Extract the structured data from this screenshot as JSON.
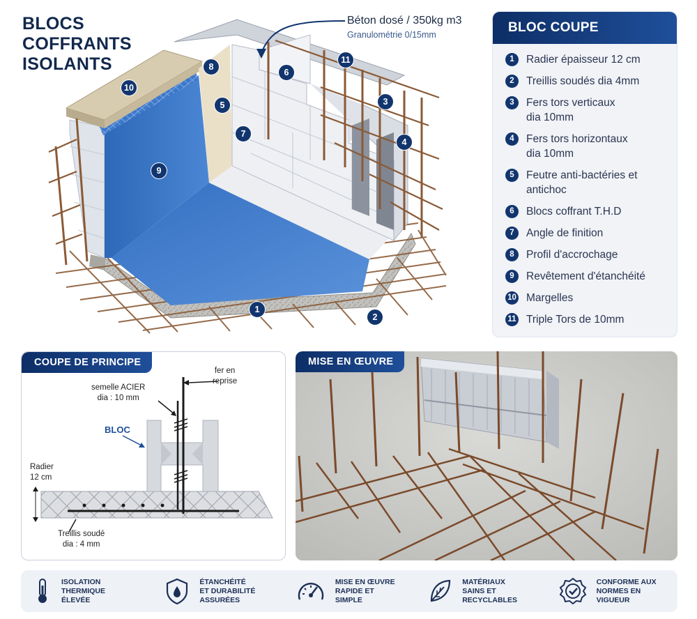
{
  "title": {
    "line1": "BLOCS",
    "line2": "COFFRANTS",
    "line3": "ISOLANTS"
  },
  "beton_note": {
    "line1": "Béton dosé / 350kg m3",
    "line2": "Granulométrie 0/15mm"
  },
  "markers": [
    "1",
    "2",
    "3",
    "4",
    "5",
    "6",
    "7",
    "8",
    "9",
    "10",
    "11"
  ],
  "legend": {
    "title": "BLOC COUPE",
    "items": [
      {
        "n": "1",
        "text": "Radier épaisseur 12 cm"
      },
      {
        "n": "2",
        "text": "Treillis soudés dia 4mm"
      },
      {
        "n": "3",
        "text": "Fers tors verticaux dia 10mm"
      },
      {
        "n": "4",
        "text": "Fers tors horizontaux dia 10mm"
      },
      {
        "n": "5",
        "text": "Feutre anti-bactéries et antichoc"
      },
      {
        "n": "6",
        "text": "Blocs coffrant T.H.D"
      },
      {
        "n": "7",
        "text": "Angle de finition"
      },
      {
        "n": "8",
        "text": "Profil d'accrochage"
      },
      {
        "n": "9",
        "text": "Revêtement d'étanchéité"
      },
      {
        "n": "10",
        "text": "Margelles"
      },
      {
        "n": "11",
        "text": "Triple Tors de 10mm"
      }
    ]
  },
  "coupe": {
    "title": "COUPE DE PRINCIPE",
    "fer": "fer en\nreprise",
    "semelle": "semelle ACIER\ndia : 10 mm",
    "bloc": "BLOC",
    "radier": "Radier\n12 cm",
    "treillis": "Treillis soudé\ndia : 4 mm"
  },
  "mise": {
    "title": "MISE EN ŒUVRE"
  },
  "features": [
    {
      "icon": "thermometer-icon",
      "text": "ISOLATION\nTHERMIQUE\nÉLEVÉE"
    },
    {
      "icon": "shield-drop-icon",
      "text": "ÉTANCHÉITÉ\nET DURABILITÉ\nASSURÉES"
    },
    {
      "icon": "gauge-icon",
      "text": "MISE EN ŒUVRE\nRAPIDE ET\nSIMPLE"
    },
    {
      "icon": "leaf-icon",
      "text": "MATÉRIAUX\nSAINS ET\nRECYCLABLES"
    },
    {
      "icon": "badge-check-icon",
      "text": "CONFORME AUX\nNORMES EN\nVIGUEUR"
    }
  ],
  "colors": {
    "navy": "#12356e",
    "liner": "#3f78c8",
    "rebar": "#8a5a36",
    "block": "#e9ecf1",
    "concrete": "#c9c9c6"
  }
}
